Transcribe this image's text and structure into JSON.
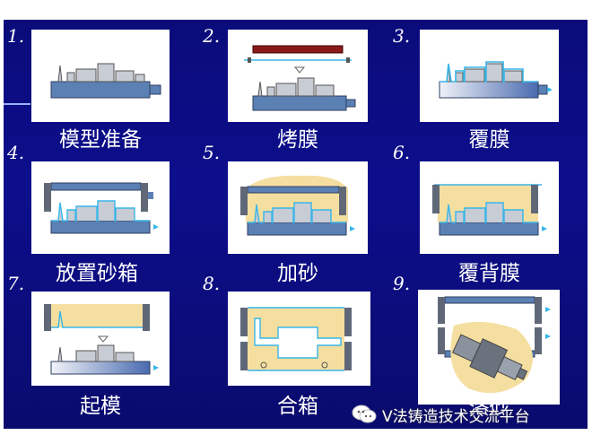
{
  "slide": {
    "steps": [
      {
        "number": "1.",
        "caption": "模型准备"
      },
      {
        "number": "2.",
        "caption": "烤膜"
      },
      {
        "number": "3.",
        "caption": "覆膜"
      },
      {
        "number": "4.",
        "caption": "放置砂箱"
      },
      {
        "number": "5.",
        "caption": "加砂"
      },
      {
        "number": "6.",
        "caption": "覆背膜"
      },
      {
        "number": "7.",
        "caption": "起模"
      },
      {
        "number": "8.",
        "caption": "合箱"
      },
      {
        "number": "9.",
        "caption": "落砂"
      }
    ]
  },
  "watermark": {
    "text": "V法铸造技术交流平台",
    "icon": "wechat-icon"
  },
  "colors": {
    "slide_bg": "#0d0e8c",
    "pattern_fill": "#5b80b4",
    "sand_fill": "#f5dfa0",
    "film_line": "#38b6e8",
    "heater_red": "#8a1a1a",
    "flask_gray": "#606878"
  }
}
